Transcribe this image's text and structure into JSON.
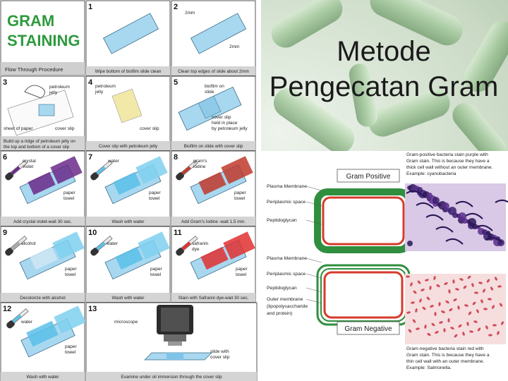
{
  "slide": {
    "title_line1": "Metode",
    "title_line2": "Pengecatan Gram"
  },
  "procedure": {
    "logo_line1": "GRAM",
    "logo_line2": "STAINING",
    "logo_color": "#2e9a3e",
    "heading": "Flow Through Procedure",
    "steps": [
      {
        "num": "1",
        "caption": "Wipe bottom of biofilm slide clean",
        "labels": []
      },
      {
        "num": "2",
        "caption": "Clean top edges of slide about 2mm",
        "labels": [
          "2mm",
          "2mm"
        ]
      },
      {
        "num": "3",
        "caption": "Build up a ridge of petroleum jelly on the top and bottom of a cover slip",
        "labels": [
          "petroleum",
          "jelly",
          "sheet of paper",
          "cover slip"
        ]
      },
      {
        "num": "4",
        "caption": "Cover slip with petroleum jelly",
        "labels": [
          "petroleum",
          "jelly",
          "cover slip"
        ]
      },
      {
        "num": "5",
        "caption": "Biofilm on slide with cover slip",
        "labels": [
          "biofilm on",
          "slide",
          "cover slip",
          "held in place",
          "by petroleum jelly"
        ]
      },
      {
        "num": "6",
        "caption": "Add crystal violet-wait 30 sec.",
        "labels": [
          "crystal",
          "violet",
          "paper",
          "towel"
        ]
      },
      {
        "num": "7",
        "caption": "Wash with water",
        "labels": [
          "water",
          "paper",
          "towel"
        ]
      },
      {
        "num": "8",
        "caption": "Add Gram's Iodine -wait 1.5 min.",
        "labels": [
          "gram's",
          "iodine",
          "paper",
          "towel"
        ]
      },
      {
        "num": "9",
        "caption": "Decolorize with alcohol",
        "labels": [
          "alcohol",
          "paper",
          "towel"
        ]
      },
      {
        "num": "10",
        "caption": "Wash with water",
        "labels": [
          "water",
          "paper",
          "towel"
        ]
      },
      {
        "num": "11",
        "caption": "Stain with Safranin dye-wait 30 sec.",
        "labels": [
          "safranin",
          "dye",
          "paper",
          "towel"
        ]
      },
      {
        "num": "12",
        "caption": "Wash with water",
        "labels": [
          "water",
          "paper",
          "towel"
        ]
      },
      {
        "num": "13",
        "caption": "Examine under oil immersion through the cover slip",
        "labels": [
          "microscope",
          "slide with",
          "cover slip"
        ]
      }
    ]
  },
  "cellwall": {
    "positive": {
      "name": "Gram Positive",
      "layers": [
        "Plasma Membrane",
        "Periplasmic space",
        "Peptidoglycan"
      ],
      "desc": [
        "Gram-positive bacteria stain purple with",
        "Gram stain. This is because they have a",
        "thick cell wall without an outer membrane.",
        "Example: cyanobacteria"
      ]
    },
    "negative": {
      "name": "Gram Negative",
      "layers": [
        "Plasma Membrane",
        "Periplasmic space",
        "Peptidoglycan",
        "Outer membrane",
        "(lipopolysaccharide",
        "and protein)"
      ],
      "desc": [
        "Gram-negative bacteria stain red with",
        "Gram stain. This is because they have a",
        "thin cell wall with an outer membrane.",
        "Example: Salmonella."
      ]
    }
  },
  "colors": {
    "slide": "#a8d8f0",
    "crystal_violet": "#6b2a8a",
    "water": "#5bc0e8",
    "iodine": "#c0392b",
    "safranin": "#e03030",
    "peptidoglycan": "#2f8f3e",
    "membrane": "#d63a2a"
  }
}
